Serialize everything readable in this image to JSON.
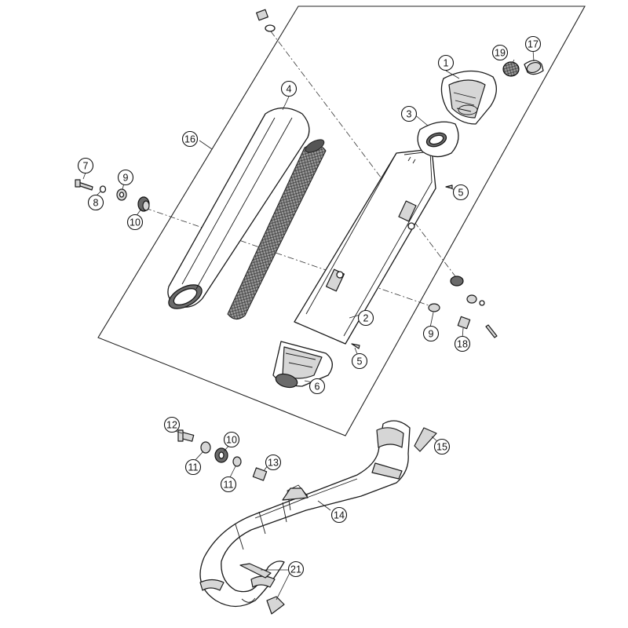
{
  "callouts": [
    {
      "number": "1"
    },
    {
      "number": "2"
    },
    {
      "number": "3"
    },
    {
      "number": "4"
    },
    {
      "number": "5"
    },
    {
      "number": "5"
    },
    {
      "number": "6"
    },
    {
      "number": "7"
    },
    {
      "number": "8"
    },
    {
      "number": "9"
    },
    {
      "number": "9"
    },
    {
      "number": "10"
    },
    {
      "number": "10"
    },
    {
      "number": "11"
    },
    {
      "number": "11"
    },
    {
      "number": "12"
    },
    {
      "number": "13"
    },
    {
      "number": "14"
    },
    {
      "number": "15"
    },
    {
      "number": "16"
    },
    {
      "number": "17"
    },
    {
      "number": "18"
    },
    {
      "number": "19"
    },
    {
      "number": "21"
    }
  ]
}
